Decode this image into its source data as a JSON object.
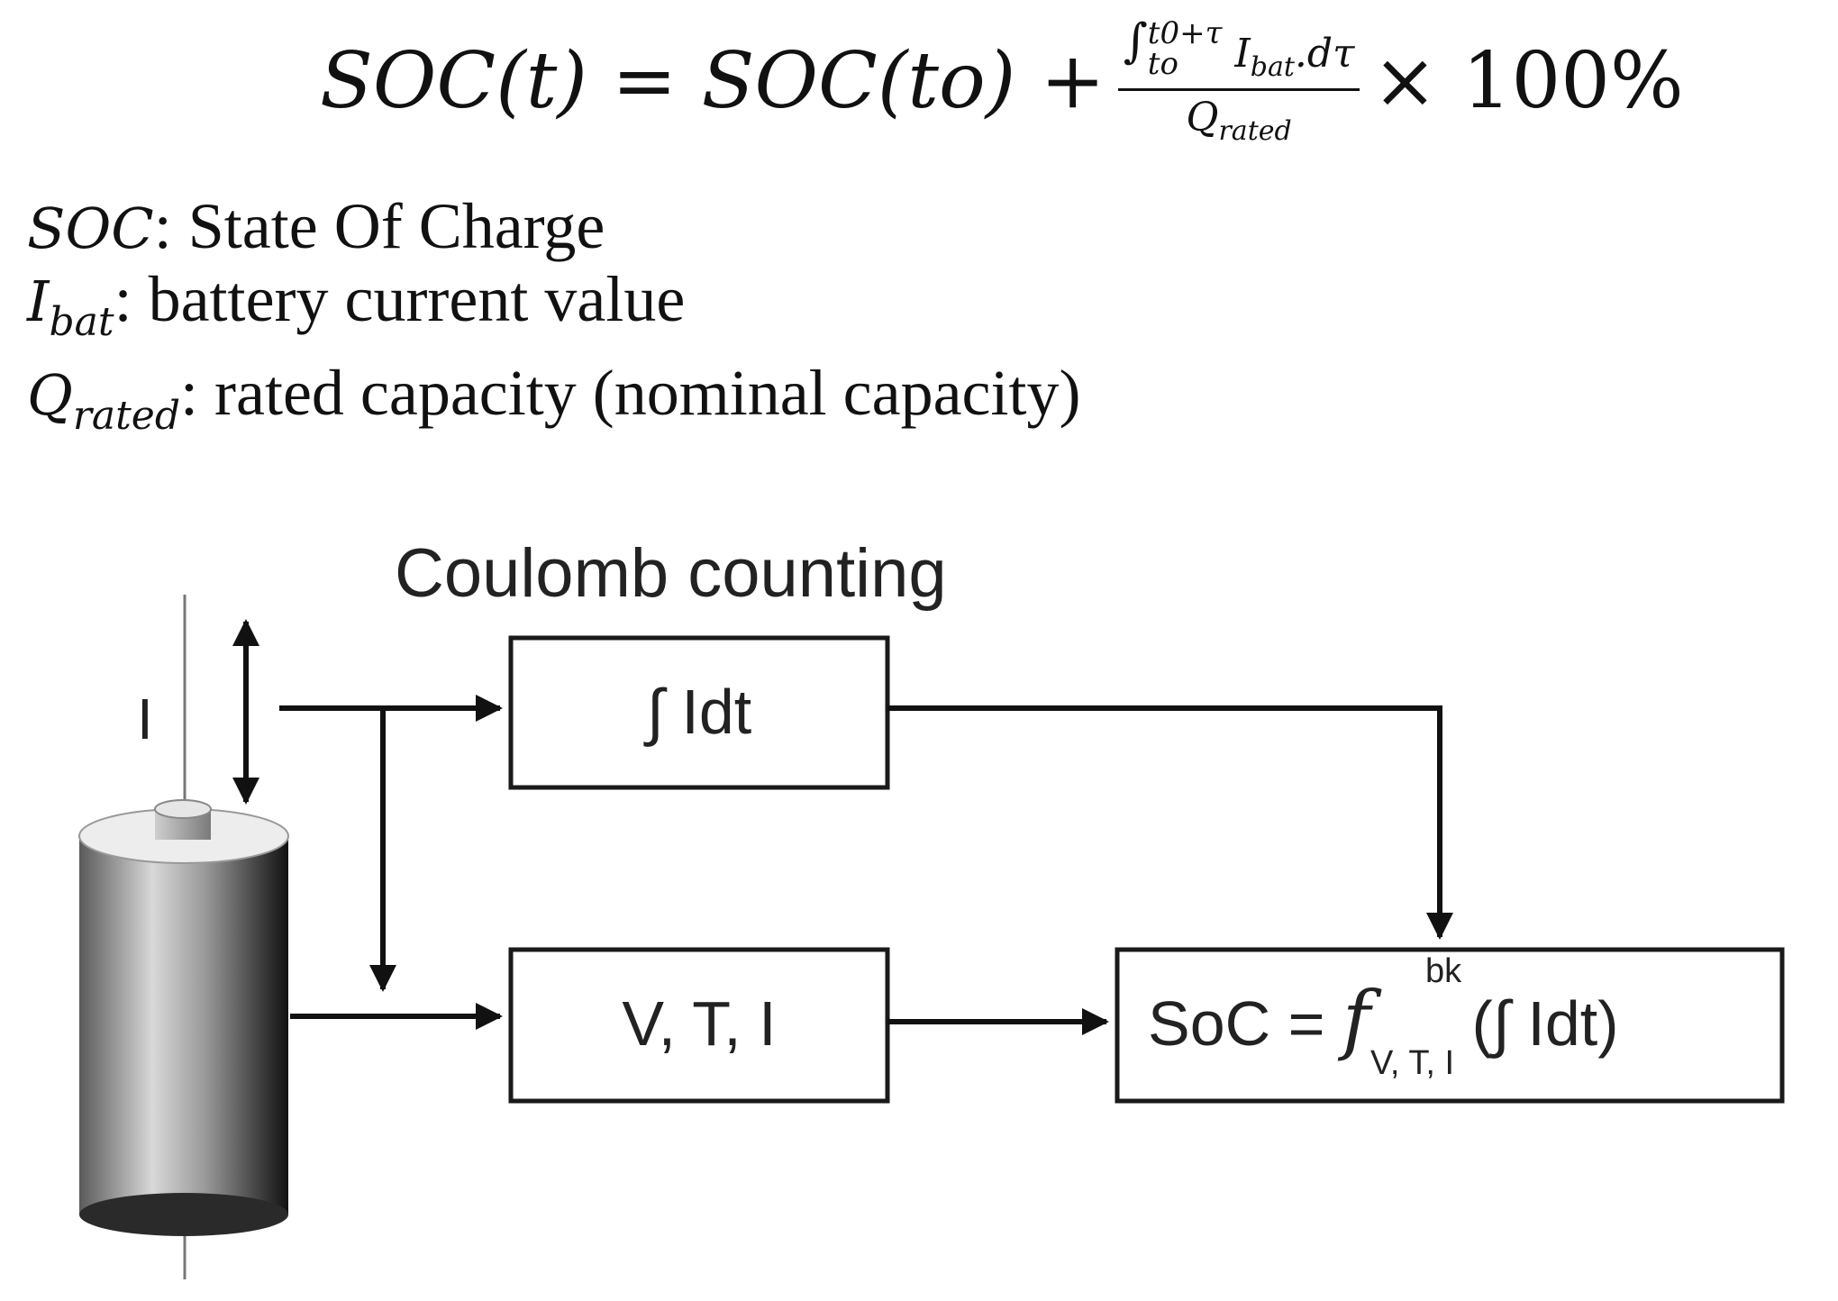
{
  "formula": {
    "lhs": "SOC(t) = SOC(to) +",
    "integral": "∫",
    "upper_limit": "t0+τ",
    "lower_limit": "to",
    "numerator_rest": "I",
    "numerator_sub": "bat",
    "numerator_tail": ".dτ",
    "denominator": "Q",
    "denominator_sub": "rated",
    "rhs": "× 100%"
  },
  "legend": [
    {
      "symbol": "SOC",
      "sub": "",
      "desc": ": State Of Charge"
    },
    {
      "symbol": "I",
      "sub": "bat",
      "desc": ": battery current value"
    },
    {
      "symbol": "Q",
      "sub": "rated",
      "desc": ": rated capacity (nominal capacity)"
    }
  ],
  "diagram": {
    "title": "Coulomb counting",
    "current_label": "I",
    "box_integral": "∫ Idt",
    "box_vti": "V, T, I",
    "box_soc_prefix": "SoC = ",
    "box_soc_f": "f",
    "box_soc_sup": "bk",
    "box_soc_sub": "V, T, I",
    "box_soc_suffix": " (∫ Idt)"
  },
  "colors": {
    "ink": "#111111",
    "box_border": "#1a1a1a",
    "battery_dark": "#1a1a1a",
    "battery_light": "#d8d8d8"
  }
}
